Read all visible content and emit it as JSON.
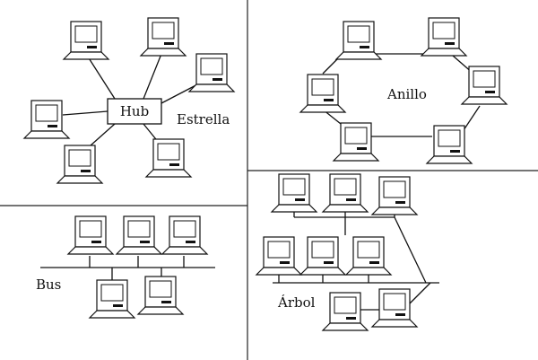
{
  "labels": {
    "hub": "Hub",
    "star": "Estrella",
    "ring": "Anillo",
    "bus": "Bus",
    "tree": "Árbol"
  },
  "icon": "computer-icon"
}
